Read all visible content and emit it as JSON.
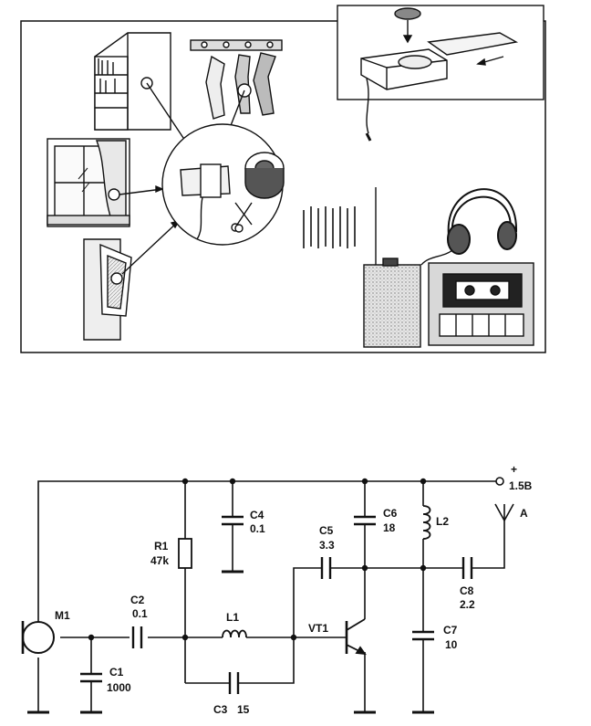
{
  "illustration": {
    "scenes": [
      "bookcase",
      "coat-rack",
      "window",
      "wall-mirror",
      "bug-device",
      "scissors",
      "battery-case",
      "receiver",
      "headphones",
      "cassette-recorder"
    ]
  },
  "schematic": {
    "supply": {
      "plus": "+",
      "voltage": "1.5B"
    },
    "antenna": "A",
    "components": {
      "M1": {
        "ref": "M1"
      },
      "C1": {
        "ref": "C1",
        "value": "1000"
      },
      "C2": {
        "ref": "C2",
        "value": "0.1"
      },
      "C3": {
        "ref": "C3",
        "value": "15"
      },
      "C4": {
        "ref": "C4",
        "value": "0.1"
      },
      "C5": {
        "ref": "C5",
        "value": "3.3"
      },
      "C6": {
        "ref": "C6",
        "value": "18"
      },
      "C7": {
        "ref": "C7",
        "value": "10"
      },
      "C8": {
        "ref": "C8",
        "value": "2.2"
      },
      "R1": {
        "ref": "R1",
        "value": "47k"
      },
      "L1": {
        "ref": "L1"
      },
      "L2": {
        "ref": "L2"
      },
      "VT1": {
        "ref": "VT1"
      }
    }
  }
}
